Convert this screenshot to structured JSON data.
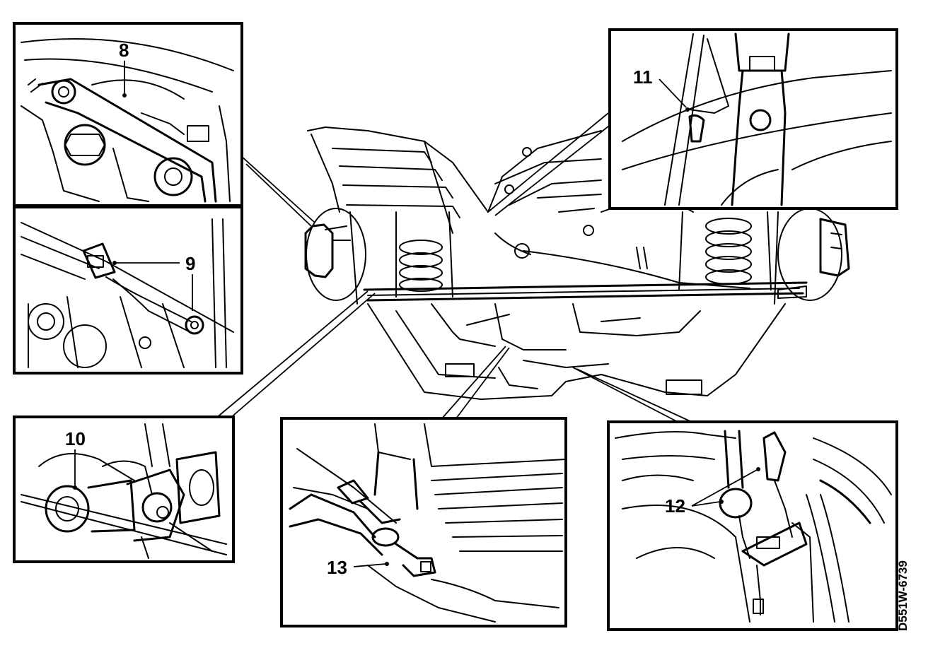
{
  "callouts": {
    "c8": "8",
    "c9": "9",
    "c10": "10",
    "c11": "11",
    "c12": "12",
    "c13": "13"
  },
  "figure_code": "D551W-6739",
  "colors": {
    "ink": "#000000",
    "paper": "#ffffff"
  }
}
